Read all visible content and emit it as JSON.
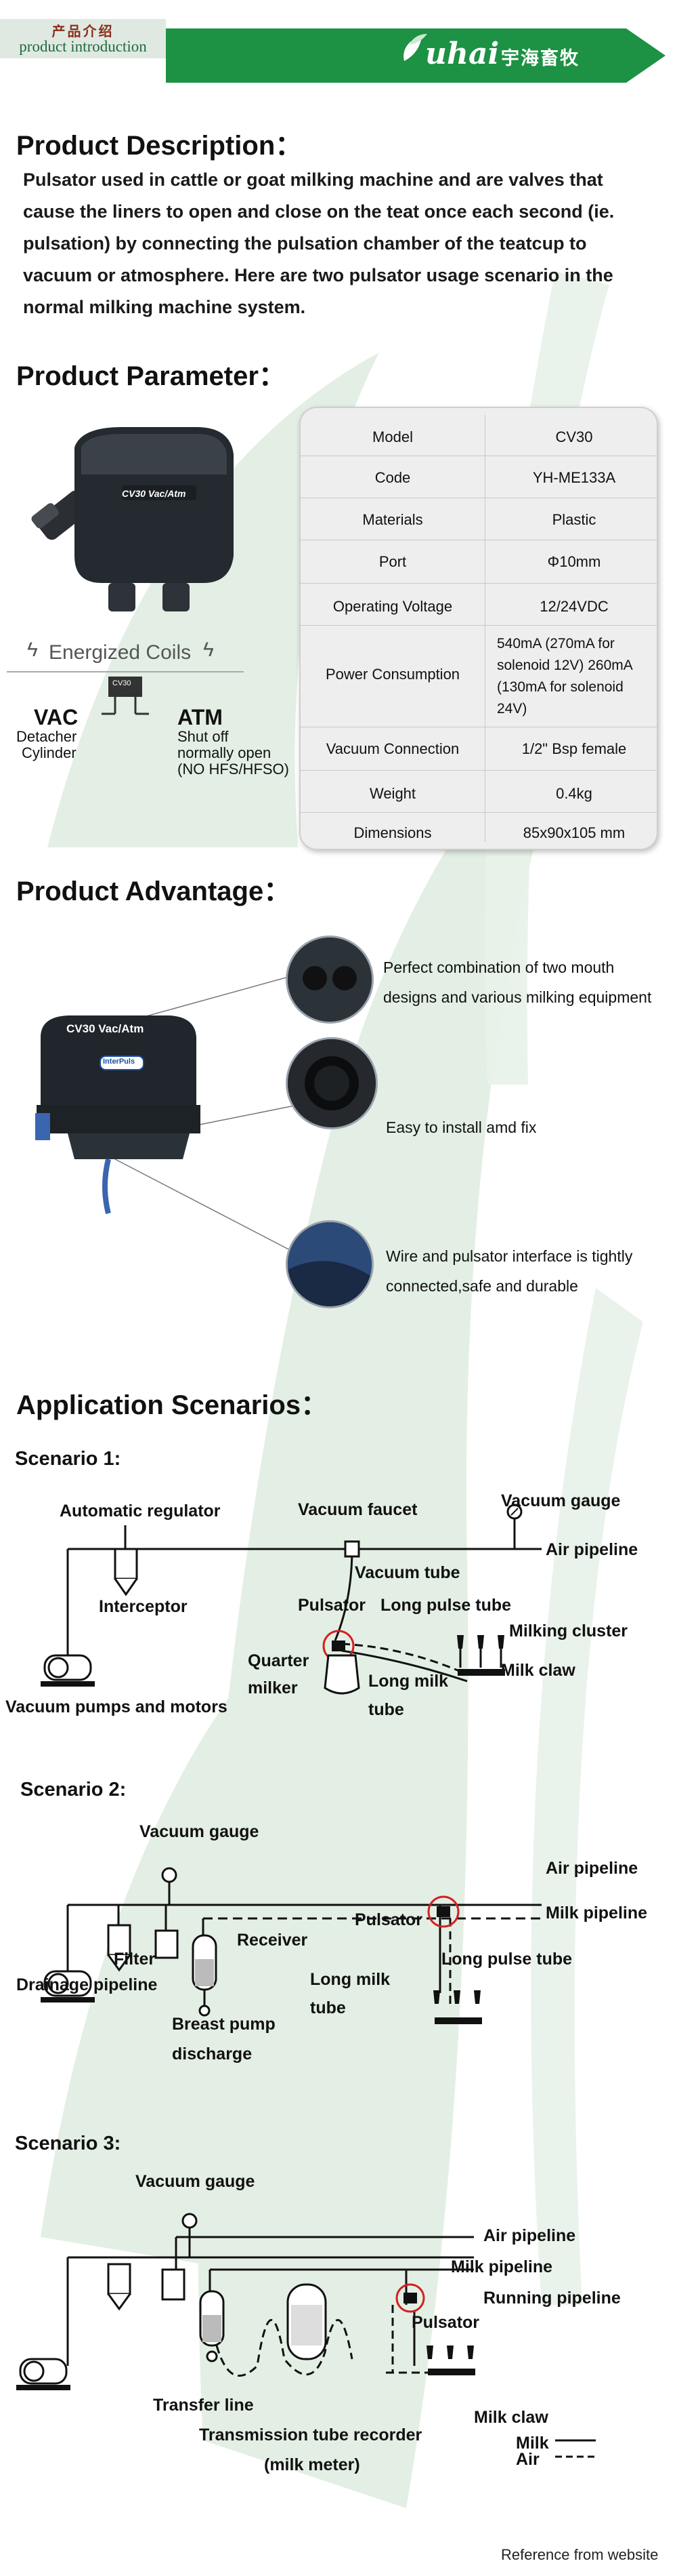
{
  "header": {
    "tag_cn": "产品介绍",
    "tag_en": "product introduction",
    "logo_text": "uhai",
    "logo_cn": "宇海畜牧",
    "colors": {
      "green": "#1d9144",
      "tag_bg": "#dfe9e2",
      "watermark": "#e3efe4"
    }
  },
  "description": {
    "heading": "Product Description：",
    "text": "Pulsator used in cattle or goat milking machine and are valves that cause the liners to open and close on the teat once each second (ie. pulsation) by connecting the pulsation chamber of the teatcup to vacuum or atmosphere. Here are two pulsator usage scenario in the normal milking machine system."
  },
  "parameter": {
    "heading": "Product Parameter：",
    "device_label": "CV30 Vac/Atm",
    "coils_title": "Energized Coils",
    "vac": "VAC",
    "vac_sub1": "Detacher",
    "vac_sub2": "Cylinder",
    "atm": "ATM",
    "atm_sub1": "Shut off",
    "atm_sub2": "normally open",
    "atm_sub3": "(NO HFS/HFSO)",
    "chip_label": "CV30",
    "rows": [
      {
        "name": "Model",
        "value": "CV30"
      },
      {
        "name": "Code",
        "value": "YH-ME133A"
      },
      {
        "name": "Materials",
        "value": "Plastic"
      },
      {
        "name": "Port",
        "value": "Φ10mm"
      },
      {
        "name": "Operating Voltage",
        "value": "12/24VDC"
      },
      {
        "name": "Power Consumption",
        "value": "540mA (270mA for solenoid 12V) 260mA (130mA for solenoid 24V)"
      },
      {
        "name": "Vacuum Connection",
        "value": "1/2\" Bsp female"
      },
      {
        "name": "Weight",
        "value": "0.4kg"
      },
      {
        "name": "Dimensions",
        "value": "85x90x105 mm"
      }
    ]
  },
  "advantage": {
    "heading": "Product Advantage：",
    "device_label": "CV30 Vac/Atm",
    "brand": "InterPuls",
    "items": [
      {
        "line1": "Perfect combination of two mouth",
        "line2": "designs and various milking equipment"
      },
      {
        "line1": "Easy to install amd fix",
        "line2": ""
      },
      {
        "line1": "Wire and pulsator interface is tightly",
        "line2": "connected,safe and durable"
      }
    ]
  },
  "application": {
    "heading": "Application Scenarios：",
    "s1": {
      "title": "Scenario 1:",
      "automatic_regulator": "Automatic regulator",
      "vacuum_faucet": "Vacuum faucet",
      "vacuum_gauge": "Vacuum gauge",
      "air_pipeline": "Air pipeline",
      "vacuum_tube": "Vacuum tube",
      "interceptor": "Interceptor",
      "pulsator": "Pulsator",
      "long_pulse_tube": "Long pulse tube",
      "milking_cluster": "Milking cluster",
      "quarter": "Quarter",
      "milker": "milker",
      "long_milk": "Long milk",
      "tube": "tube",
      "milk_claw": "Milk claw",
      "vacuum_pumps": "Vacuum pumps and motors"
    },
    "s2": {
      "title": "Scenario 2:",
      "vacuum_gauge": "Vacuum gauge",
      "air_pipeline": "Air pipeline",
      "milk_pipeline": "Milk pipeline",
      "pulsator": "Pulsator",
      "receiver": "Receiver",
      "filter": "Filter",
      "drainage_pipeline": "Drainage pipeline",
      "long_milk": "Long milk",
      "tube": "tube",
      "long_pulse_tube": "Long pulse tube",
      "breast_pump": "Breast pump",
      "discharge": "discharge"
    },
    "s3": {
      "title": "Scenario 3:",
      "vacuum_gauge": "Vacuum gauge",
      "air_pipeline": "Air pipeline",
      "milk_pipeline": "Milk pipeline",
      "running_pipeline": "Running pipeline",
      "pulsator": "Pulsator",
      "transfer_line": "Transfer line",
      "recorder": "Transmission tube recorder",
      "milk_meter": "(milk meter)",
      "milk_claw": "Milk claw",
      "legend_milk": "Milk",
      "legend_air": "Air"
    }
  },
  "footer": {
    "reference": "Reference from website"
  }
}
